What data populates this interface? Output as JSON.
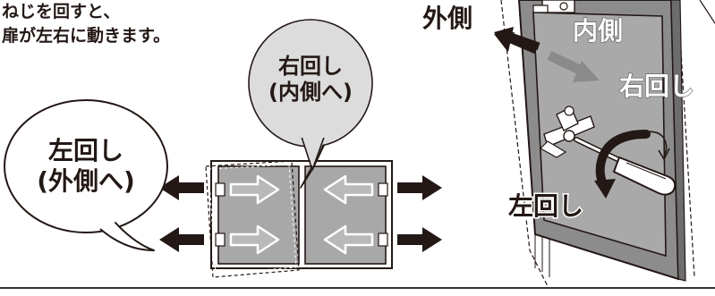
{
  "instruction": {
    "line1": "ねじを回すと、",
    "line2": "扉が左右に動きます。"
  },
  "bubble_right": {
    "line1": "右回し",
    "line2": "(内側へ)"
  },
  "bubble_left": {
    "line1": "左回し",
    "line2": "(外側へ)"
  },
  "door": {
    "outside_label": "外側",
    "inside_label": "内側",
    "right_turn_label": "右回し",
    "left_turn_label": "左回し"
  }
}
